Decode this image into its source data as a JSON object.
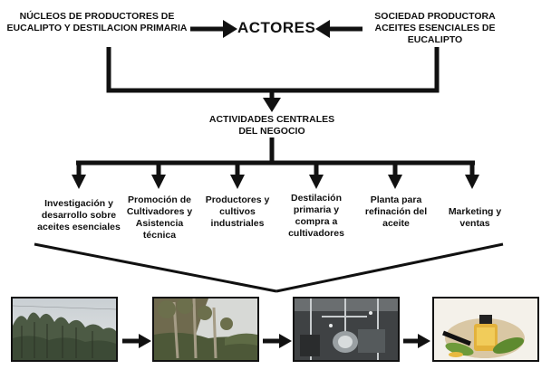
{
  "diagram": {
    "title": "ACTORES",
    "left_actor": "NÚCLEOS DE PRODUCTORES DE EUCALIPTO Y DESTILACION PRIMARIA",
    "right_actor": "SOCIEDAD PRODUCTORA ACEITES ESENCIALES DE EUCALIPTO",
    "core": "ACTIVIDADES CENTRALES DEL NEGOCIO",
    "activities": [
      {
        "label": "Investigación y desarrollo sobre aceites esenciales"
      },
      {
        "label": "Promoción de Cultivadores y Asistencia técnica"
      },
      {
        "label": "Productores y cultivos industriales"
      },
      {
        "label": "Destilación primaria y compra a cultivadores"
      },
      {
        "label": "Planta para refinación del aceite"
      },
      {
        "label": "Marketing y ventas"
      }
    ],
    "photos": [
      {
        "icon": "eucalyptus-plantation-photo"
      },
      {
        "icon": "eucalyptus-trees-photo"
      },
      {
        "icon": "distillation-equipment-photo"
      },
      {
        "icon": "essential-oil-bottle-photo"
      }
    ]
  },
  "colors": {
    "line": "#111111",
    "background": "#ffffff"
  }
}
